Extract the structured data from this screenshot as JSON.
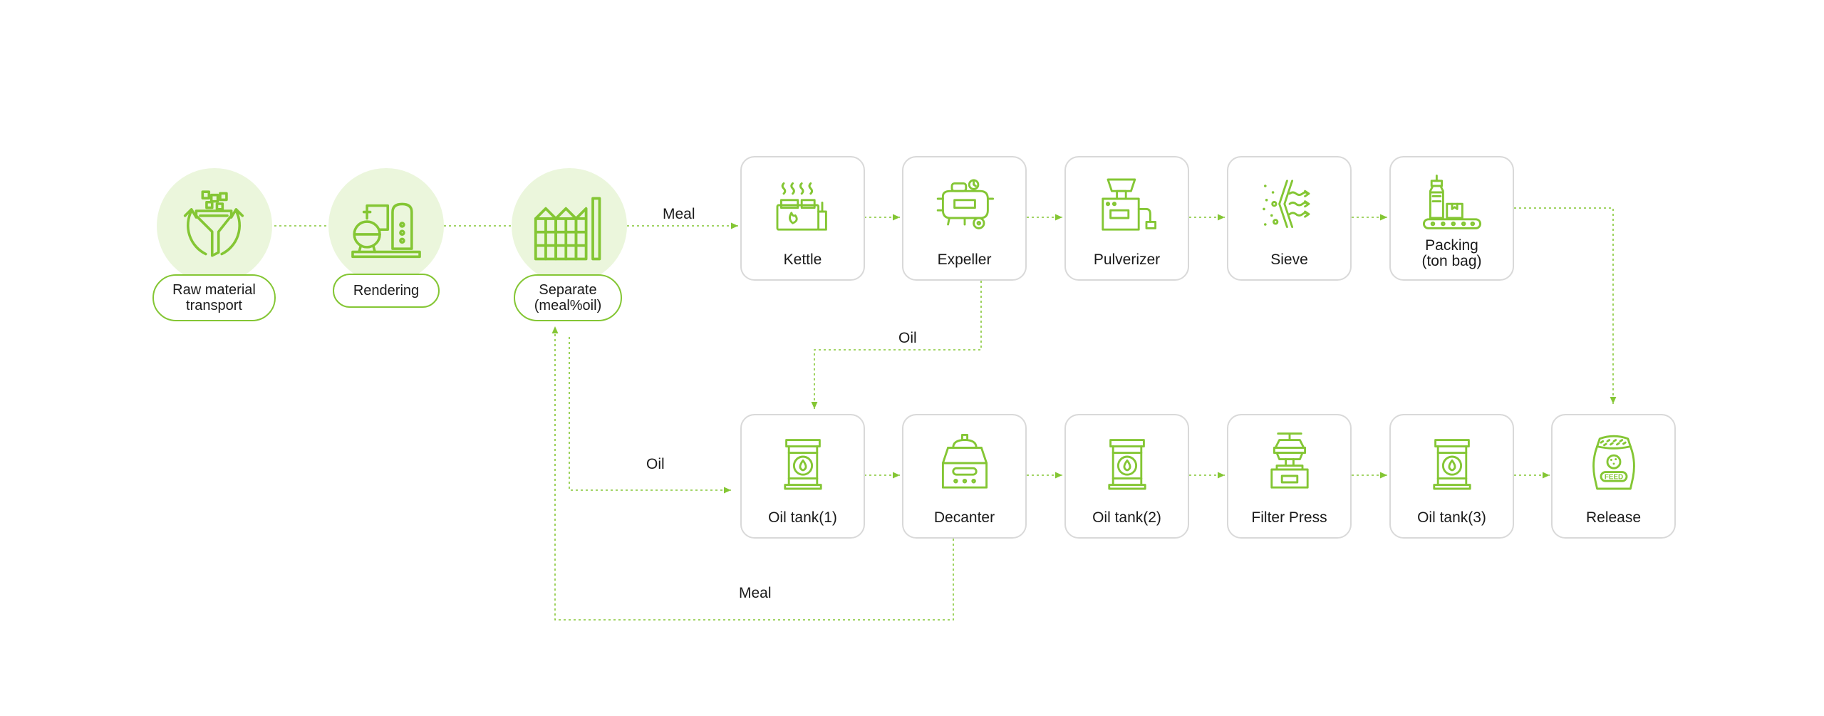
{
  "colors": {
    "accent": "#84c634",
    "circle_fill": "#ebf6dc",
    "card_border": "#d9d9d9",
    "text": "#1a1a1a"
  },
  "stage_nodes": [
    {
      "id": "raw",
      "label": "Raw material\ntransport",
      "icon": "funnel-icon"
    },
    {
      "id": "rendering",
      "label": "Rendering",
      "icon": "rendering-plant-icon"
    },
    {
      "id": "separate",
      "label": "Separate\n(meal%oil)",
      "icon": "silo-icon"
    }
  ],
  "meal_line": [
    {
      "id": "kettle",
      "label": "Kettle",
      "icon": "kettle-icon"
    },
    {
      "id": "expeller",
      "label": "Expeller",
      "icon": "expeller-icon"
    },
    {
      "id": "pulverizer",
      "label": "Pulverizer",
      "icon": "pulverizer-icon"
    },
    {
      "id": "sieve",
      "label": "Sieve",
      "icon": "sieve-icon"
    },
    {
      "id": "packing",
      "label": "Packing\n(ton bag)",
      "icon": "packing-conveyor-icon"
    }
  ],
  "oil_line": [
    {
      "id": "oiltank1",
      "label": "Oil tank(1)",
      "icon": "oil-tank-icon"
    },
    {
      "id": "decanter",
      "label": "Decanter",
      "icon": "decanter-icon"
    },
    {
      "id": "oiltank2",
      "label": "Oil tank(2)",
      "icon": "oil-tank-icon"
    },
    {
      "id": "filterpress",
      "label": "Filter Press",
      "icon": "filter-press-icon"
    },
    {
      "id": "oiltank3",
      "label": "Oil tank(3)",
      "icon": "oil-tank-icon"
    },
    {
      "id": "release",
      "label": "Release",
      "icon": "feed-bag-icon"
    }
  ],
  "flow_labels": {
    "separate_to_kettle": "Meal",
    "expeller_to_oiltank": "Oil",
    "separate_to_oiltank": "Oil",
    "decanter_to_separate": "Meal"
  },
  "release_bag_text": "FEED"
}
